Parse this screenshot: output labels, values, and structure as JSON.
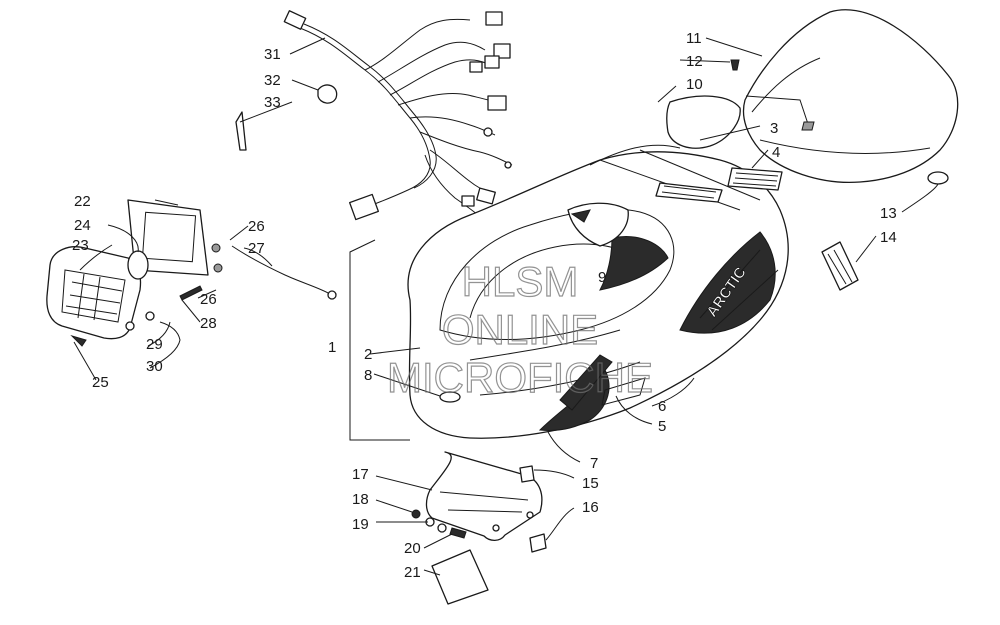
{
  "watermark": {
    "line1": "HLSM",
    "line2": "ONLINE",
    "line3": "MICROFICHE"
  },
  "hood_decal_text": "ARCTIC",
  "callouts": [
    {
      "key": "c1",
      "label": "1"
    },
    {
      "key": "c2",
      "label": "2"
    },
    {
      "key": "c3",
      "label": "3"
    },
    {
      "key": "c4",
      "label": "4"
    },
    {
      "key": "c5",
      "label": "5"
    },
    {
      "key": "c6",
      "label": "6"
    },
    {
      "key": "c7",
      "label": "7"
    },
    {
      "key": "c8",
      "label": "8"
    },
    {
      "key": "c9",
      "label": "9"
    },
    {
      "key": "c10",
      "label": "10"
    },
    {
      "key": "c11",
      "label": "11"
    },
    {
      "key": "c12",
      "label": "12"
    },
    {
      "key": "c13",
      "label": "13"
    },
    {
      "key": "c14",
      "label": "14"
    },
    {
      "key": "c15",
      "label": "15"
    },
    {
      "key": "c16",
      "label": "16"
    },
    {
      "key": "c17",
      "label": "17"
    },
    {
      "key": "c18",
      "label": "18"
    },
    {
      "key": "c19",
      "label": "19"
    },
    {
      "key": "c20",
      "label": "20"
    },
    {
      "key": "c21",
      "label": "21"
    },
    {
      "key": "c22",
      "label": "22"
    },
    {
      "key": "c23",
      "label": "23"
    },
    {
      "key": "c24",
      "label": "24"
    },
    {
      "key": "c25",
      "label": "25"
    },
    {
      "key": "c26a",
      "label": "26"
    },
    {
      "key": "c26b",
      "label": "26"
    },
    {
      "key": "c27",
      "label": "27"
    },
    {
      "key": "c28",
      "label": "28"
    },
    {
      "key": "c29",
      "label": "29"
    },
    {
      "key": "c30",
      "label": "30"
    },
    {
      "key": "c31",
      "label": "31"
    },
    {
      "key": "c32",
      "label": "32"
    },
    {
      "key": "c33",
      "label": "33"
    }
  ]
}
